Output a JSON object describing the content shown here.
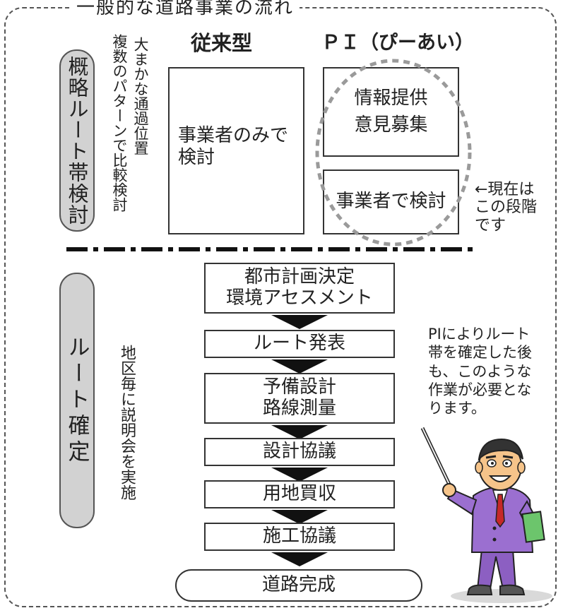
{
  "top_title": "一般的な道路事業の流れ",
  "left_pills": {
    "upper": "概略ルート帯検討",
    "lower": "ルート確定"
  },
  "side_notes": {
    "upper_col1": "大まかな通過位置",
    "upper_col2": "複数のパターンで比較検討",
    "lower": "地区毎に説明会を実施"
  },
  "columns": {
    "conventional_header": "従来型",
    "pi_header": "ＰＩ（ぴーあい）"
  },
  "conventional_box": {
    "line1": "事業者のみで",
    "line2": "検討"
  },
  "pi_box_top": {
    "line1": "情報提供",
    "line2": "意見募集"
  },
  "pi_box_bottom": "事業者で検討",
  "current_note": {
    "line1": "←現在は",
    "line2": "この段階",
    "line3": "です"
  },
  "flow_steps": [
    {
      "line1": "都市計画決定",
      "line2": "環境アセスメント"
    },
    {
      "line1": "ルート発表"
    },
    {
      "line1": "予備設計",
      "line2": "路線測量"
    },
    {
      "line1": "設計協議"
    },
    {
      "line1": "用地買収"
    },
    {
      "line1": "施工協議"
    },
    {
      "line1": "道路完成"
    }
  ],
  "pi_note": {
    "line1": "PIによりルート",
    "line2": "帯を確定した後",
    "line3": "も、このような",
    "line4": "作業が必要とな",
    "line5": "ります。"
  },
  "colors": {
    "pill_fill": "#d2d2d2",
    "dashed_circle": "#9a9a9a",
    "suit": "#9b6fd0",
    "tie": "#c62828",
    "folder": "#6cc56c"
  },
  "icons": {
    "presenter": "presenter-illustration",
    "pointer": "pointer-stick-icon"
  }
}
